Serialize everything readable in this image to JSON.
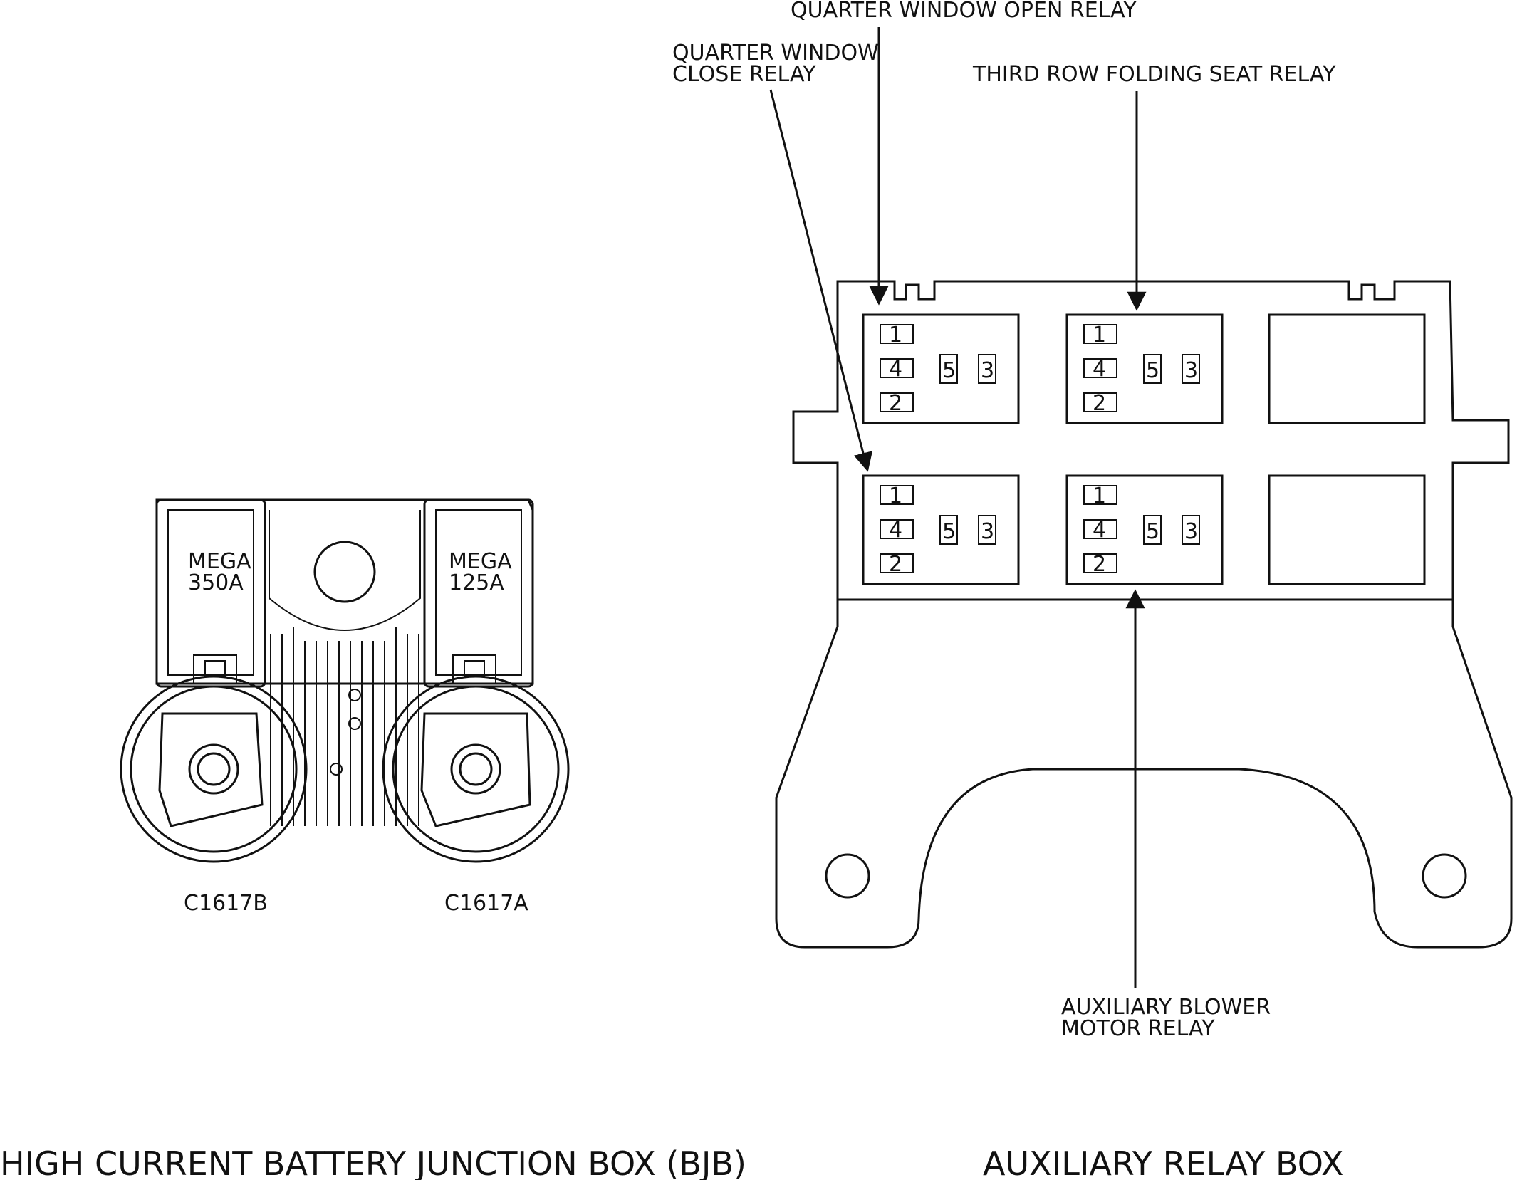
{
  "bjb": {
    "title": "HIGH CURRENT BATTERY JUNCTION BOX (BJB)",
    "fuse_left": {
      "line1": "MEGA",
      "line2": "350A"
    },
    "fuse_right": {
      "line1": "MEGA",
      "line2": "125A"
    },
    "connector_left": "C1617B",
    "connector_right": "C1617A"
  },
  "arb": {
    "title": "AUXILIARY RELAY BOX",
    "callouts": {
      "quarter_open": "QUARTER WINDOW OPEN RELAY",
      "quarter_close_1": "QUARTER WINDOW",
      "quarter_close_2": "CLOSE RELAY",
      "third_row": "THIRD ROW FOLDING SEAT RELAY",
      "aux_blower_1": "AUXILIARY BLOWER",
      "aux_blower_2": "MOTOR RELAY"
    },
    "relay_pins": [
      "1",
      "4",
      "2",
      "5",
      "3"
    ]
  }
}
